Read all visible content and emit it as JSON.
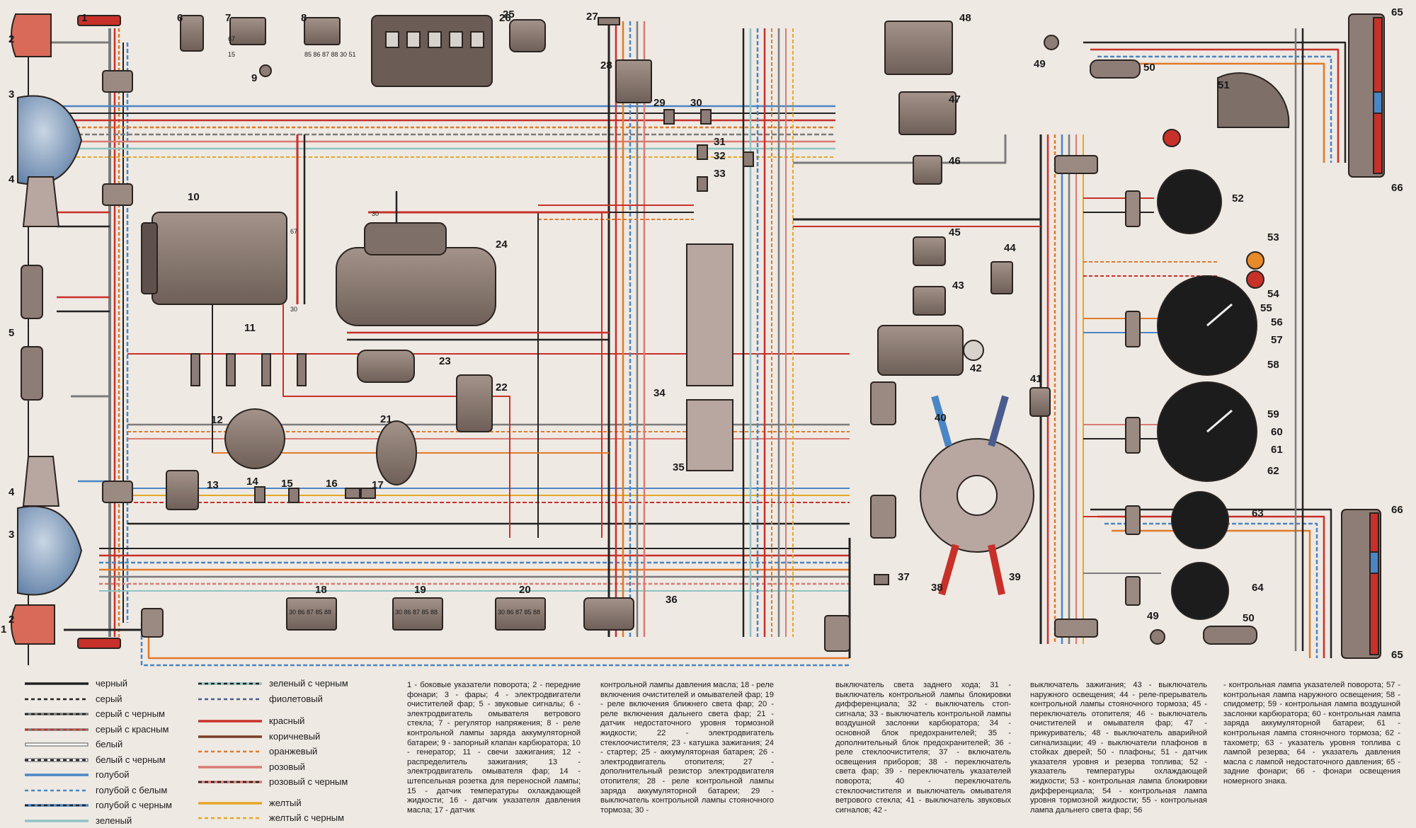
{
  "numbers": [
    "1",
    "2",
    "3",
    "4",
    "5",
    "6",
    "7",
    "8",
    "9",
    "10",
    "11",
    "12",
    "13",
    "14",
    "15",
    "16",
    "17",
    "18",
    "19",
    "20",
    "21",
    "22",
    "23",
    "24",
    "25",
    "26",
    "27",
    "28",
    "29",
    "30",
    "31",
    "32",
    "33",
    "34",
    "35",
    "36",
    "37",
    "38",
    "39",
    "40",
    "41",
    "42",
    "43",
    "44",
    "45",
    "46",
    "47",
    "48",
    "49",
    "50",
    "51",
    "52",
    "53",
    "54",
    "55",
    "56",
    "57",
    "58",
    "59",
    "60",
    "61",
    "62",
    "63",
    "64",
    "65",
    "66"
  ],
  "pins": {
    "relay7": "67",
    "relay7b": "15",
    "relay8": "85 86 87 88 30 51",
    "gen_a": "67",
    "gen_b": "30",
    "starter": "30",
    "block": "30 86 87 85 88"
  },
  "legend": [
    {
      "label": "черный",
      "style": "black"
    },
    {
      "label": "серый",
      "style": "gray"
    },
    {
      "label": "серый с черным",
      "style": "gray-black"
    },
    {
      "label": "серый с красным",
      "style": "gray-red"
    },
    {
      "label": "белый",
      "style": "white"
    },
    {
      "label": "белый с черным",
      "style": "white-black"
    },
    {
      "label": "голубой",
      "style": "blue"
    },
    {
      "label": "голубой с белым",
      "style": "blue-white"
    },
    {
      "label": "голубой с черным",
      "style": "blue-black"
    },
    {
      "label": "зеленый",
      "style": "green"
    },
    {
      "label": "зеленый с черным",
      "style": "green-black"
    },
    {
      "label": "фиолетовый",
      "style": "violet"
    },
    {
      "label": "красный",
      "style": "red"
    },
    {
      "label": "коричневый",
      "style": "brown"
    },
    {
      "label": "оранжевый",
      "style": "orange"
    },
    {
      "label": "розовый",
      "style": "pink"
    },
    {
      "label": "розовый с черным",
      "style": "pink-black"
    },
    {
      "label": "желтый",
      "style": "yellow"
    },
    {
      "label": "желтый с черным",
      "style": "yellow-black"
    }
  ],
  "colors": {
    "black": "#222222",
    "gray": "#7b7b7b",
    "blue": "#4a86c5",
    "green": "#8fc3c2",
    "violet": "#4a5c8e",
    "red": "#c8302a",
    "brown": "#7a3f2a",
    "orange": "#e07a2a",
    "pink": "#d97a74",
    "yellow": "#e3a827",
    "white": "#f8f6f2"
  },
  "caption": [
    "1 - боковые указатели поворота; 2 - передние фонари; 3 - фары; 4 - электродвигатели очистителей фар; 5 - звуковые сигналы; 6 - электродвигатель омывателя ветрового стекла; 7 - регулятор напряжения; 8 - реле контрольной лампы заряда аккумуляторной батареи; 9 - запорный клапан карбюратора; 10 - генератор; 11 - свечи зажигания; 12 - распределитель зажигания; 13 - электродвигатель омывателя фар; 14 - штепсельная розетка для переносной лампы; 15 - датчик температуры охлаждающей жидкости; 16 - датчик указателя давления масла; 17 - датчик",
    "контрольной лампы давления масла; 18 - реле включения очистителей и омывателей фар; 19 - реле включения ближнего света фар; 20 - реле включения дальнего света фар; 21 - датчик недостаточного уровня тормозной жидкости; 22 - электродвигатель стеклоочистителя; 23 - катушка зажигания; 24 - стартер; 25 - аккумуляторная батарея; 26 - электродвигатель отопителя; 27 - дополнительный резистор электродвигателя отопителя; 28 - реле контрольной лампы заряда аккумуляторной батареи; 29 - выключатель контрольной лампы стояночного тормоза; 30 -",
    "выключатель света заднего хода; 31 - выключатель контрольной лампы блокировки дифференциала; 32 - выключатель стоп-сигнала; 33 - выключатель контрольной лампы воздушной заслонки карбюратора; 34 - основной блок предохранителей; 35 - дополнительный блок предохранителей; 36 - реле стеклоочистителя; 37 - включатель освещения приборов; 38 - переключатель света фар; 39 - переключатель указателей поворота; 40 - переключатель стеклоочистителя и выключатель омывателя ветрового стекла; 41 - выключатель звуковых сигналов; 42 -",
    "выключатель зажигания; 43 - выключатель наружного освещения; 44 - реле-прерыватель контрольной лампы стояночного тормоза; 45 - переключатель отопителя; 46 - выключатель очистителей и омывателя фар; 47 - прикуриватель; 48 - выключатель аварийной сигнализации; 49 - выключатели плафонов в стойках дверей; 50 - плафоны; 51 - датчик указателя уровня и резерва топлива; 52 - указатель температуры охлаждающей жидкости; 53 - контрольная лампа блокировки дифференциала; 54 - контрольная лампа уровня тормозной жидкости; 55 - контрольная лампа дальнего света фар; 56",
    "- контрольная лампа указателей поворота; 57 - контрольная лампа наружного освещения; 58 - спидометр; 59 - контрольная лампа воздушной заслонки карбюратора; 60 - контрольная лампа заряда аккумуляторной батареи; 61 - контрольная лампа стояночного тормоза; 62 - тахометр; 63 - указатель уровня топлива с лампой резерва; 64 - указатель давления масла с лампой недостаточного давления; 65 - задние фонари; 66 - фонари освещения номерного знака."
  ]
}
